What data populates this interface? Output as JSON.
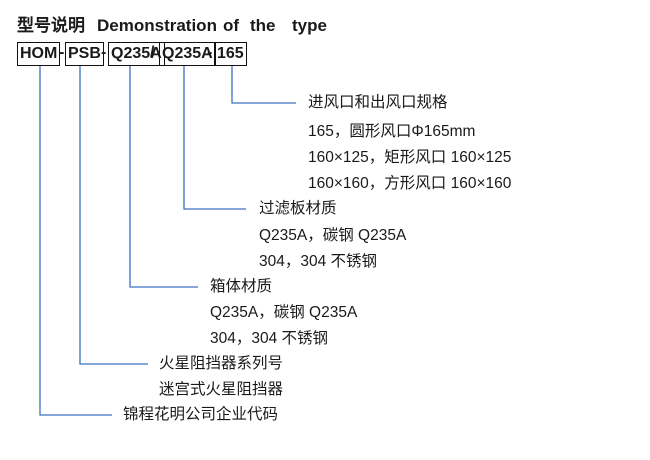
{
  "title": {
    "cn": "型号说明",
    "en_words": [
      "Demonstration",
      "of",
      "the",
      "type"
    ]
  },
  "model_code": {
    "segments": [
      "HOM",
      "PSB",
      "Q235A",
      "Q235A",
      "165"
    ],
    "separators": [
      "-",
      "-",
      "/",
      "-"
    ]
  },
  "legend": {
    "size": {
      "heading": "进风口和出风口规格",
      "lines": [
        "165，圆形风口Φ165mm",
        "160×125，矩形风口 160×125",
        "160×160，方形风口 160×160"
      ]
    },
    "filter_material": {
      "heading": "过滤板材质",
      "lines": [
        "Q235A，碳钢 Q235A",
        "304，304 不锈钢"
      ]
    },
    "box_material": {
      "heading": "箱体材质",
      "lines": [
        "Q235A，碳钢 Q235A",
        "304，304 不锈钢"
      ]
    },
    "series": {
      "heading": "火星阻挡器系列号",
      "lines": [
        "迷宫式火星阻挡器"
      ]
    },
    "company": {
      "heading": "锦程花明公司企业代码"
    }
  },
  "colors": {
    "leader_line": "#3d6fc2",
    "box_border": "#111111",
    "text": "#1a1a1a"
  }
}
